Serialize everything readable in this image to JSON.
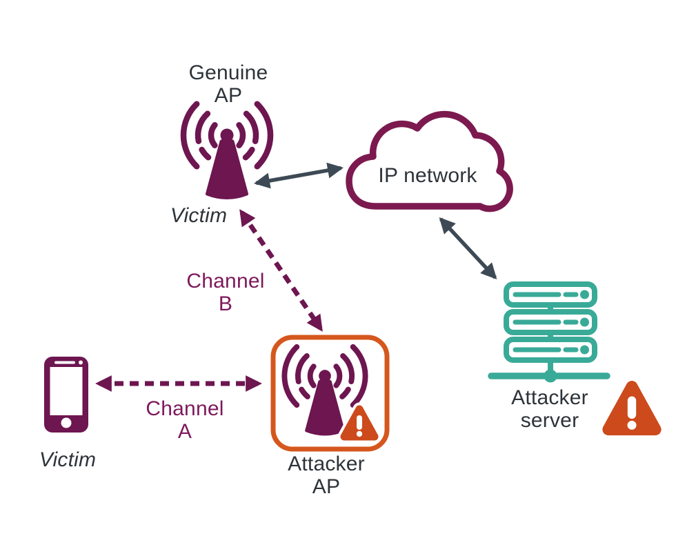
{
  "colors": {
    "maroon": "#6d1650",
    "cloud": "#7c1a4f",
    "channel-text": "#7d195c",
    "slate": "#3d4a55",
    "teal": "#3aaa98",
    "orange": "#d5571d",
    "warning": "#cc4a1b",
    "text-dark": "#2d3338",
    "background": "#ffffff"
  },
  "nodes": {
    "genuine_ap": {
      "label": "Genuine\nAP",
      "sublabel": "Victim",
      "icon": "wifi-access-point-icon"
    },
    "ip_network": {
      "label": "IP network",
      "icon": "cloud-icon"
    },
    "attacker_server": {
      "label": "Attacker\nserver",
      "icon": "server-rack-icon",
      "badge": "warning-triangle-icon"
    },
    "attacker_ap": {
      "label": "Attacker\nAP",
      "icon": "wifi-access-point-icon",
      "badge": "warning-triangle-icon"
    },
    "victim_phone": {
      "label": "Victim",
      "icon": "smartphone-icon"
    }
  },
  "links": {
    "genuine_ap_to_ip_network": {
      "type": "solid-double-arrow"
    },
    "ip_network_to_attacker_server": {
      "type": "solid-double-arrow"
    },
    "channel_b": {
      "label": "Channel\nB",
      "type": "dashed-double-arrow"
    },
    "channel_a": {
      "label": "Channel\nA",
      "type": "dashed-double-arrow"
    }
  }
}
